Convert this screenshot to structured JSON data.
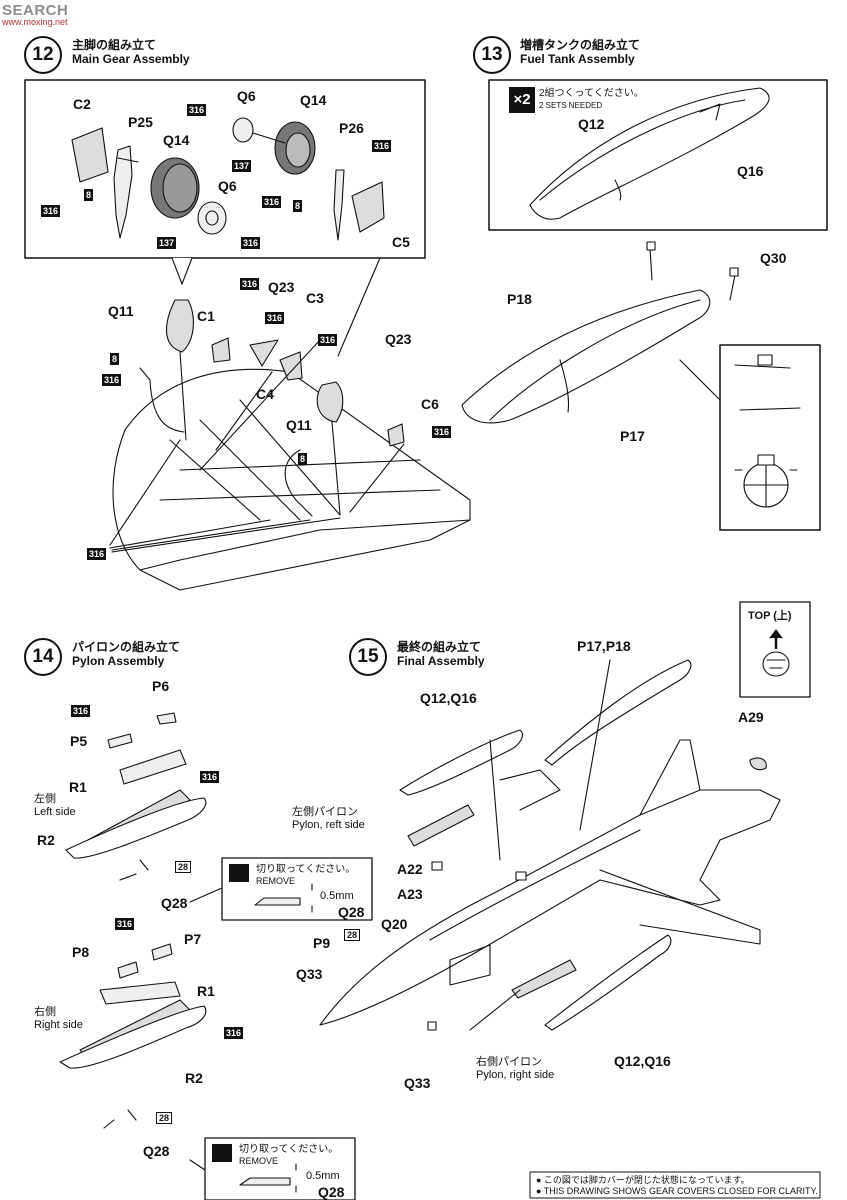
{
  "watermark": {
    "brand": "SEARCH",
    "url": "www.moxing.net"
  },
  "steps": {
    "s12": {
      "num": "12",
      "jp": "主脚の組み立て",
      "en": "Main Gear Assembly"
    },
    "s13": {
      "num": "13",
      "jp": "増槽タンクの組み立て",
      "en": "Fuel Tank Assembly"
    },
    "s14": {
      "num": "14",
      "jp": "パイロンの組み立て",
      "en": "Pylon Assembly"
    },
    "s15": {
      "num": "15",
      "jp": "最終の組み立て",
      "en": "Final Assembly"
    }
  },
  "s12_parts": {
    "c2": "C2",
    "p25": "P25",
    "q14a": "Q14",
    "q6a": "Q6",
    "q6b": "Q6",
    "q14b": "Q14",
    "p26": "P26",
    "c5": "C5",
    "q11a": "Q11",
    "c1": "C1",
    "q23a": "Q23",
    "c3": "C3",
    "q23b": "Q23",
    "c4": "C4",
    "c6": "C6",
    "q11b": "Q11"
  },
  "s13_parts": {
    "x2": "×2",
    "x2_jp": "2組つくってください。",
    "x2_en": "2 SETS NEEDED",
    "q12": "Q12",
    "q16": "Q16",
    "q30": "Q30",
    "p18": "P18",
    "p17": "P17"
  },
  "s14_parts": {
    "p6": "P6",
    "p5": "P5",
    "r1a": "R1",
    "left_jp": "左側",
    "left_en": "Left side",
    "r2a": "R2",
    "q28a": "Q28",
    "p8": "P8",
    "p7": "P7",
    "r1b": "R1",
    "right_jp": "右側",
    "right_en": "Right side",
    "r2b": "R2",
    "q28b": "Q28",
    "cut_jp": "切り取ってください。",
    "cut_en": "REMOVE",
    "cut_mm": "0.5mm",
    "cut_q28": "Q28"
  },
  "s15_parts": {
    "top": "TOP (上)",
    "a29": "A29",
    "p17p18": "P17,P18",
    "q12q16a": "Q12,Q16",
    "lpylon_jp": "左側パイロン",
    "lpylon_en": "Pylon, reft side",
    "a22": "A22",
    "a23": "A23",
    "q20": "Q20",
    "p9": "P9",
    "q33a": "Q33",
    "q33b": "Q33",
    "rpylon_jp": "右側パイロン",
    "rpylon_en": "Pylon, right side",
    "q12q16b": "Q12,Q16"
  },
  "badges": {
    "b316": "316",
    "b137": "137",
    "b8": "8",
    "b28": "28"
  },
  "footer": {
    "jp": "● この図では脚カバーが閉じた状態になっています。",
    "en": "● THIS DRAWING SHOWS GEAR COVERS CLOSED FOR CLARITY."
  }
}
